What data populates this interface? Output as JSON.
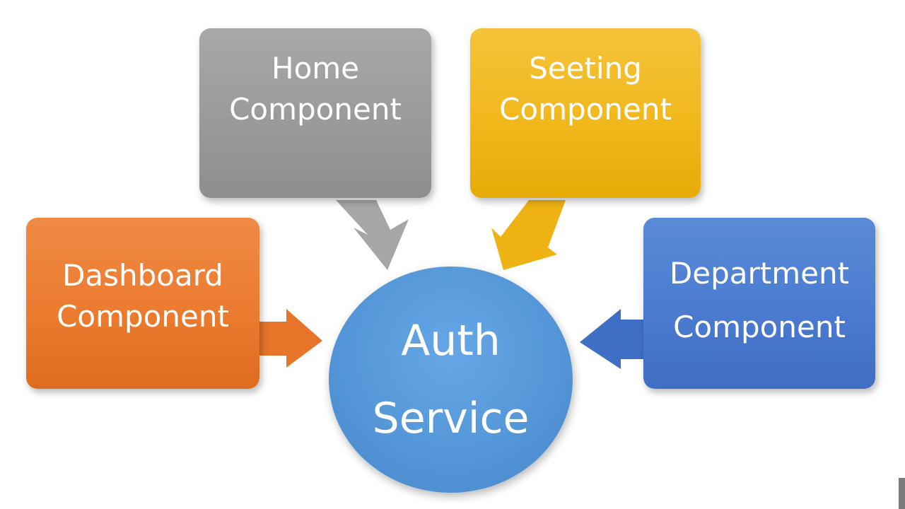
{
  "diagram": {
    "center": {
      "line1": "Auth",
      "line2": "Service",
      "color": "#579ada"
    },
    "nodes": {
      "home": {
        "line1": "Home",
        "line2": "Component",
        "color": "#9e9e9e"
      },
      "setting": {
        "line1": "Seeting",
        "line2": "Component",
        "color": "#f1b81c"
      },
      "dashboard": {
        "line1": "Dashboard",
        "line2": "Component",
        "color": "#eb7b2f"
      },
      "department": {
        "line1": "Department",
        "line2": "Component",
        "color": "#4a7bd0"
      }
    },
    "edges": [
      {
        "from": "home",
        "to": "center"
      },
      {
        "from": "setting",
        "to": "center"
      },
      {
        "from": "dashboard",
        "to": "center"
      },
      {
        "from": "department",
        "to": "center"
      }
    ]
  }
}
